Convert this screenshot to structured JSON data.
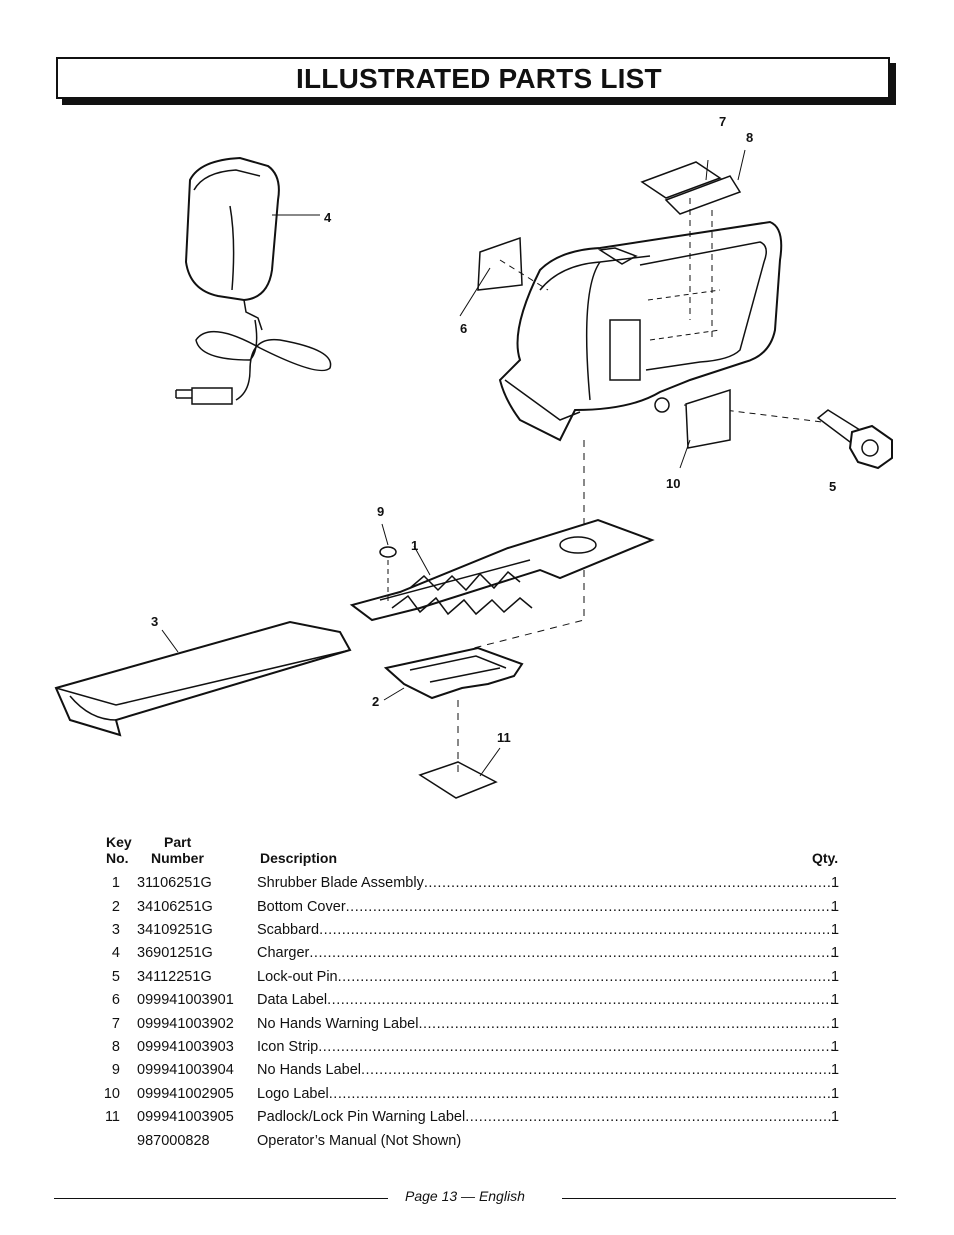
{
  "page_title": "ILLUSTRATED PARTS LIST",
  "callouts": [
    "1",
    "2",
    "3",
    "4",
    "5",
    "6",
    "7",
    "8",
    "9",
    "10",
    "11"
  ],
  "table": {
    "header": {
      "key_line1": "Key",
      "key_line2": "No.",
      "part_line1": "Part",
      "part_line2": "Number",
      "description": "Description",
      "qty": "Qty."
    },
    "rows": [
      {
        "key": "1",
        "part": "31106251G",
        "description": "Shrubber Blade Assembly",
        "qty": "1"
      },
      {
        "key": "2",
        "part": "34106251G",
        "description": "Bottom Cover",
        "qty": "1"
      },
      {
        "key": "3",
        "part": "34109251G",
        "description": "Scabbard",
        "qty": "1"
      },
      {
        "key": "4",
        "part": "36901251G",
        "description": "Charger",
        "qty": "1"
      },
      {
        "key": "5",
        "part": "34112251G",
        "description": "Lock-out Pin",
        "qty": "1"
      },
      {
        "key": "6",
        "part": "099941003901",
        "description": "Data Label",
        "qty": "1"
      },
      {
        "key": "7",
        "part": "099941003902",
        "description": "No Hands Warning Label",
        "qty": "1"
      },
      {
        "key": "8",
        "part": "099941003903",
        "description": "Icon Strip",
        "qty": "1"
      },
      {
        "key": "9",
        "part": "099941003904",
        "description": "No Hands Label",
        "qty": "1"
      },
      {
        "key": "10",
        "part": "099941002905",
        "description": "Logo Label",
        "qty": "1"
      },
      {
        "key": "11",
        "part": "099941003905",
        "description": "Padlock/Lock Pin Warning Label",
        "qty": "1"
      },
      {
        "key": "",
        "part": "987000828",
        "description": "Operator’s Manual (Not Shown)",
        "qty": ""
      }
    ]
  },
  "footer": {
    "text": "Page 13  — English"
  }
}
